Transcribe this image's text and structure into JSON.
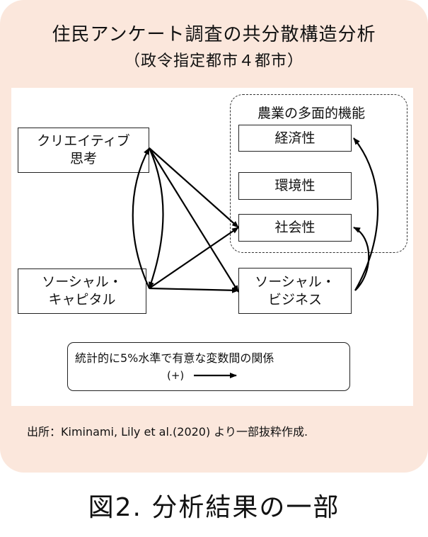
{
  "figure": {
    "title": "住民アンケート調査の共分散構造分析",
    "subtitle": "（政令指定都市４都市）",
    "caption": "図2. 分析結果の一部",
    "source_note": "出所：Kiminami, Lily et al.(2020) より一部抜粋作成."
  },
  "nodes": {
    "creative": "クリエイティブ\n思考",
    "social_capital": "ソーシャル・\nキャピタル",
    "economic": "経済性",
    "environmental": "環境性",
    "societal": "社会性",
    "social_business": "ソーシャル・\nビジネス"
  },
  "group": {
    "label": "農業の多面的機能"
  },
  "legend": {
    "text": "統計的に5%水準で有意な変数間の関係",
    "sign": "(+)"
  },
  "edges": [
    {
      "from": "creative",
      "to": "societal"
    },
    {
      "from": "creative",
      "to": "social_business"
    },
    {
      "from": "creative",
      "to": "social_capital"
    },
    {
      "from": "social_capital",
      "to": "creative"
    },
    {
      "from": "social_capital",
      "to": "societal"
    },
    {
      "from": "social_capital",
      "to": "social_business"
    },
    {
      "from": "social_business",
      "to": "economic"
    },
    {
      "from": "social_business",
      "to": "societal"
    }
  ]
}
